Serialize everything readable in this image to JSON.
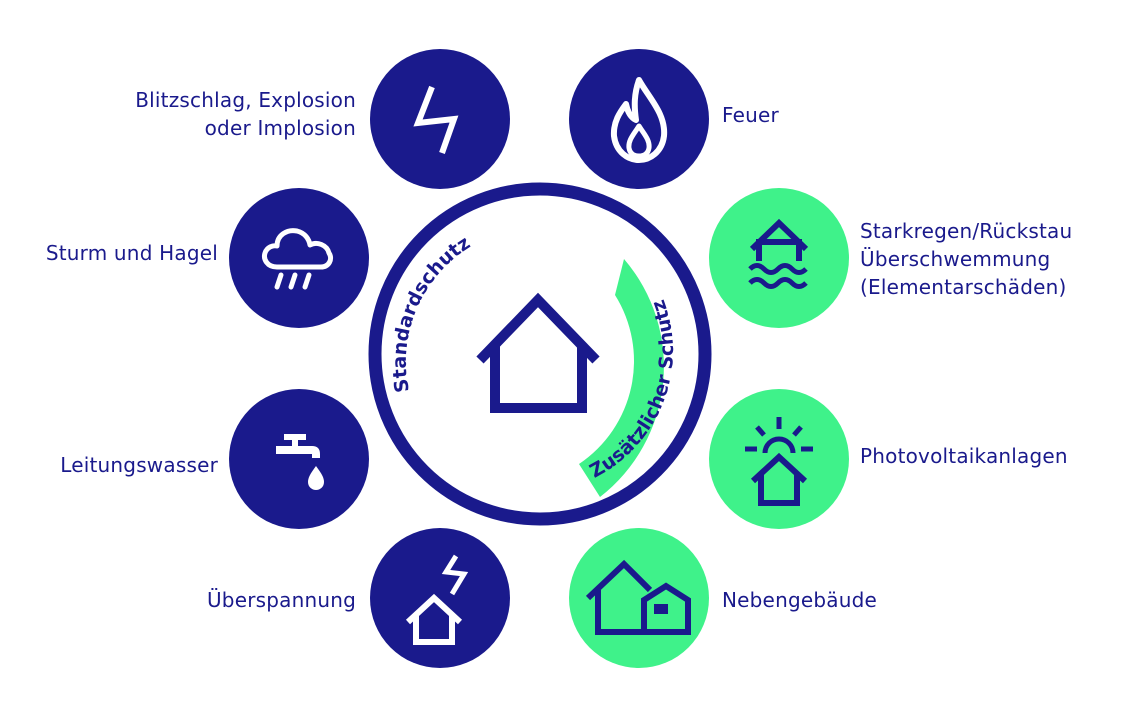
{
  "colors": {
    "navy": "#1a1a8c",
    "green": "#3ff28a",
    "white": "#ffffff"
  },
  "center": {
    "standard_label": "Standardschutz",
    "additional_label": "Zusätzlicher Schutz",
    "icon": "house-icon"
  },
  "items": [
    {
      "key": "lightning",
      "label": "Blitzschlag, Explosion\noder Implosion",
      "icon": "lightning-icon",
      "tier": "standard"
    },
    {
      "key": "fire",
      "label": "Feuer",
      "icon": "flame-icon",
      "tier": "standard"
    },
    {
      "key": "storm",
      "label": "Sturm und Hagel",
      "icon": "hail-cloud-icon",
      "tier": "standard"
    },
    {
      "key": "flood",
      "label": "Starkregen/Rückstau\nÜberschwemmung\n(Elementarschäden)",
      "icon": "flooded-house-icon",
      "tier": "additional"
    },
    {
      "key": "water",
      "label": "Leitungswasser",
      "icon": "water-tap-icon",
      "tier": "standard"
    },
    {
      "key": "solar",
      "label": "Photovoltaikanlagen",
      "icon": "sun-house-icon",
      "tier": "additional"
    },
    {
      "key": "surge",
      "label": "Überspannung",
      "icon": "lightning-house-icon",
      "tier": "standard"
    },
    {
      "key": "outbuilding",
      "label": "Nebengebäude",
      "icon": "outbuilding-icon",
      "tier": "additional"
    }
  ]
}
